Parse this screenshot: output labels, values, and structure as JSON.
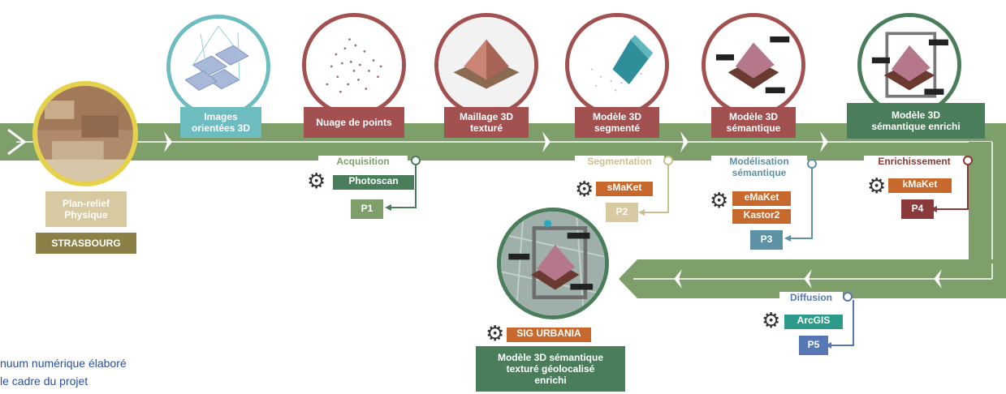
{
  "colors": {
    "green": "#7e9f6a",
    "dark_green": "#4a7e5b",
    "teal": "#6dbcc0",
    "red": "#a25050",
    "dark_red": "#8a3a3a",
    "orange": "#c7692c",
    "brown_cream": "#d7c9a0",
    "tan": "#cbc08d",
    "olive": "#8b8147",
    "blue_grey": "#5d92a5",
    "blue": "#5778b4",
    "yellow": "#e5d24a"
  },
  "physical": {
    "plan_relief": "Plan-relief\nPhysique",
    "city": "STRASBOURG"
  },
  "stages": [
    {
      "id": "images",
      "label": "Images\norientées 3D",
      "icon": "oriented-images-icon"
    },
    {
      "id": "points",
      "label": "Nuage de points",
      "icon": "point-cloud-icon"
    },
    {
      "id": "mesh",
      "label": "Maillage 3D\ntexturé",
      "icon": "textured-mesh-icon"
    },
    {
      "id": "segmented",
      "label": "Modèle 3D\nsegmenté",
      "icon": "segmented-model-icon"
    },
    {
      "id": "semantic",
      "label": "Modèle 3D\nsémantique",
      "icon": "semantic-model-icon"
    },
    {
      "id": "enriched",
      "label": "Modèle 3D\nsémantique enrichi",
      "icon": "enriched-model-icon"
    }
  ],
  "processes": [
    {
      "id": "p1",
      "name": "Acquisition",
      "tools": [
        "Photoscan"
      ],
      "code": "P1"
    },
    {
      "id": "p2",
      "name": "Segmentation",
      "tools": [
        "sMaKet"
      ],
      "code": "P2"
    },
    {
      "id": "p3",
      "name": "Modélisation\nsémantique",
      "tools": [
        "eMaKet",
        "Kastor2"
      ],
      "code": "P3"
    },
    {
      "id": "p4",
      "name": "Enrichissement",
      "tools": [
        "kMaKet"
      ],
      "code": "P4"
    },
    {
      "id": "p5",
      "name": "Diffusion",
      "tools": [
        "ArcGIS"
      ],
      "code": "P5"
    }
  ],
  "final": {
    "tool": "SIG URBANIA",
    "label": "Modèle 3D sémantique\ntexturé géolocalisé\nenrichi"
  },
  "caption": {
    "line1": "nuum numérique élaboré",
    "line2": "le cadre du projet"
  }
}
